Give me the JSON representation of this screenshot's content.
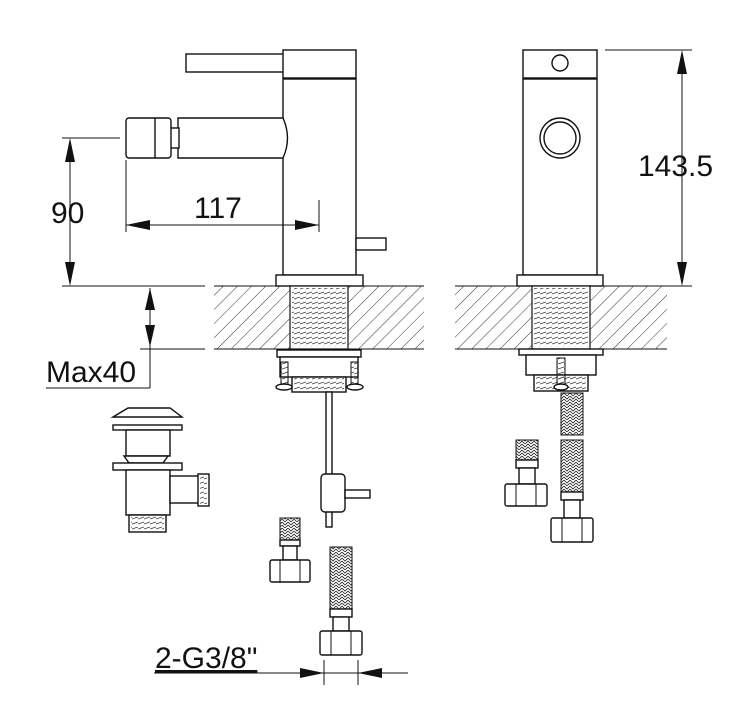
{
  "diagram": {
    "subject": "Bidet mixer faucet dimension drawing",
    "views": [
      "side-view",
      "front-view",
      "pop-up-waste",
      "flexible-hoses"
    ],
    "dimensions": {
      "spout_height": "90",
      "spout_reach": "117",
      "total_height": "143.5",
      "max_deck_thickness": "Max40",
      "connection": "2-G3/8\""
    },
    "colors": {
      "line": "#111111",
      "background": "#ffffff"
    }
  }
}
